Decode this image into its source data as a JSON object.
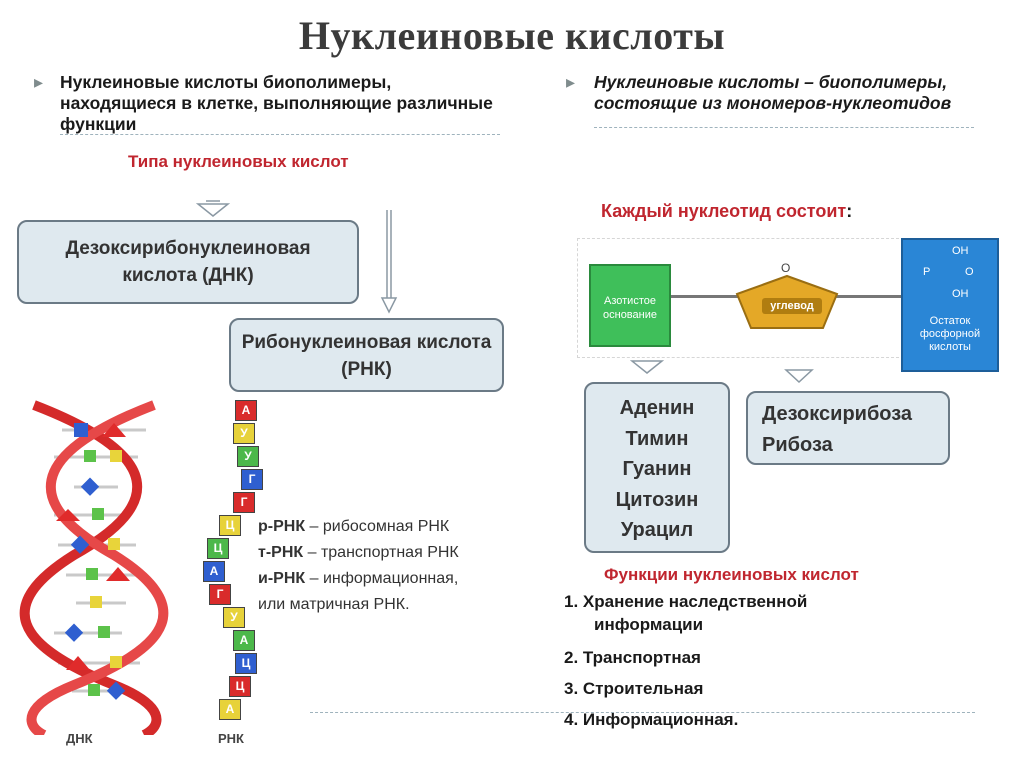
{
  "title": "Нуклеиновые кислоты",
  "left": {
    "intro": "Нуклеиновые кислоты биополимеры, находящиеся в клетке, выполняющие различные функции",
    "types_heading": "Типа нуклеиновых кислот",
    "dna_box": "Дезоксирибонуклеиновая кислота (ДНК)",
    "rna_box": "Рибонуклеиновая кислота (РНК)",
    "dna_caption": "ДНК",
    "rna_caption": "РНК",
    "rna_letters": [
      "А",
      "У",
      "У",
      "Г",
      "Г",
      "Ц",
      "Ц",
      "А",
      "Г",
      "У",
      "А",
      "Ц",
      "Ц",
      "А"
    ],
    "rna_types": [
      {
        "abbr": "р-РНК",
        "text": " – рибосомная РНК"
      },
      {
        "abbr": "т-РНК",
        "text": " – транспортная РНК"
      },
      {
        "abbr": "и-РНК",
        "text": " – информационная,"
      }
    ],
    "rna_types_tail": "или матричная РНК."
  },
  "right": {
    "intro": "Нуклеиновые кислоты – биополимеры, состоящие из мономеров-нуклеотидов",
    "nucleotide_heading": "Каждый нуклеотид состоит",
    "colon": ":",
    "base_label": "Азотистое основание",
    "sugar_label": "углевод",
    "sugar_o": "O",
    "phosphate_formula": [
      "OH",
      "P",
      "O",
      "OH"
    ],
    "phosphate_label": "Остаток фосфорной кислоты",
    "bases": [
      "Аденин",
      "Тимин",
      "Гуанин",
      "Цитозин",
      "Урацил"
    ],
    "sugars": [
      "Дезоксирибоза",
      "Рибоза"
    ],
    "functions_heading": "Функции нуклеиновых кислот",
    "functions": [
      "1. Хранение наследственной",
      "информации",
      "2. Транспортная",
      "3. Строительная",
      "4. Информационная."
    ]
  },
  "colors": {
    "accent_red": "#c0262f",
    "box_fill": "#dfe9ef",
    "base_green": "#3fbf5a",
    "sugar_gold": "#e4a827",
    "phosphate_blue": "#2a86d6"
  }
}
